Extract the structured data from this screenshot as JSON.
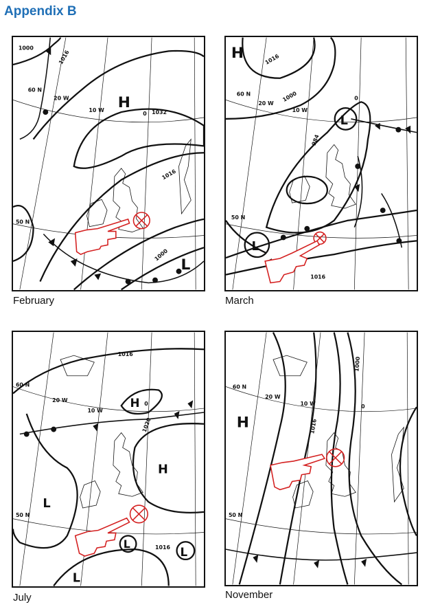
{
  "title": "Appendix B",
  "maps": {
    "feb": {
      "caption": "February",
      "isobars": [
        "1000",
        "1016",
        "1032",
        "1016",
        "1000"
      ],
      "lat_labels": [
        "60 N",
        "50 N"
      ],
      "lon_labels": [
        "20 W",
        "10 W",
        "0"
      ],
      "pressure_centres": [
        "H",
        "L"
      ]
    },
    "mar": {
      "caption": "March",
      "isobars": [
        "1016",
        "1000",
        "984",
        "1016"
      ],
      "lat_labels": [
        "60 N",
        "50 N"
      ],
      "lon_labels": [
        "20 W",
        "10 W",
        "0"
      ],
      "pressure_centres": [
        "H",
        "L",
        "L"
      ]
    },
    "jul": {
      "caption": "July",
      "isobars": [
        "1016",
        "1020",
        "1016"
      ],
      "lat_labels": [
        "60 N",
        "50 N"
      ],
      "lon_labels": [
        "20 W",
        "10 W",
        "0"
      ],
      "pressure_centres": [
        "H",
        "H",
        "L",
        "L",
        "L",
        "L"
      ]
    },
    "nov": {
      "caption": "November",
      "isobars": [
        "1016",
        "1000"
      ],
      "lat_labels": [
        "60 N",
        "50 N"
      ],
      "lon_labels": [
        "20 W",
        "10 W",
        "0"
      ],
      "pressure_centres": [
        "H"
      ]
    }
  },
  "colors": {
    "title": "#1f6fb6",
    "hand": "#d42020",
    "line": "#111111"
  }
}
